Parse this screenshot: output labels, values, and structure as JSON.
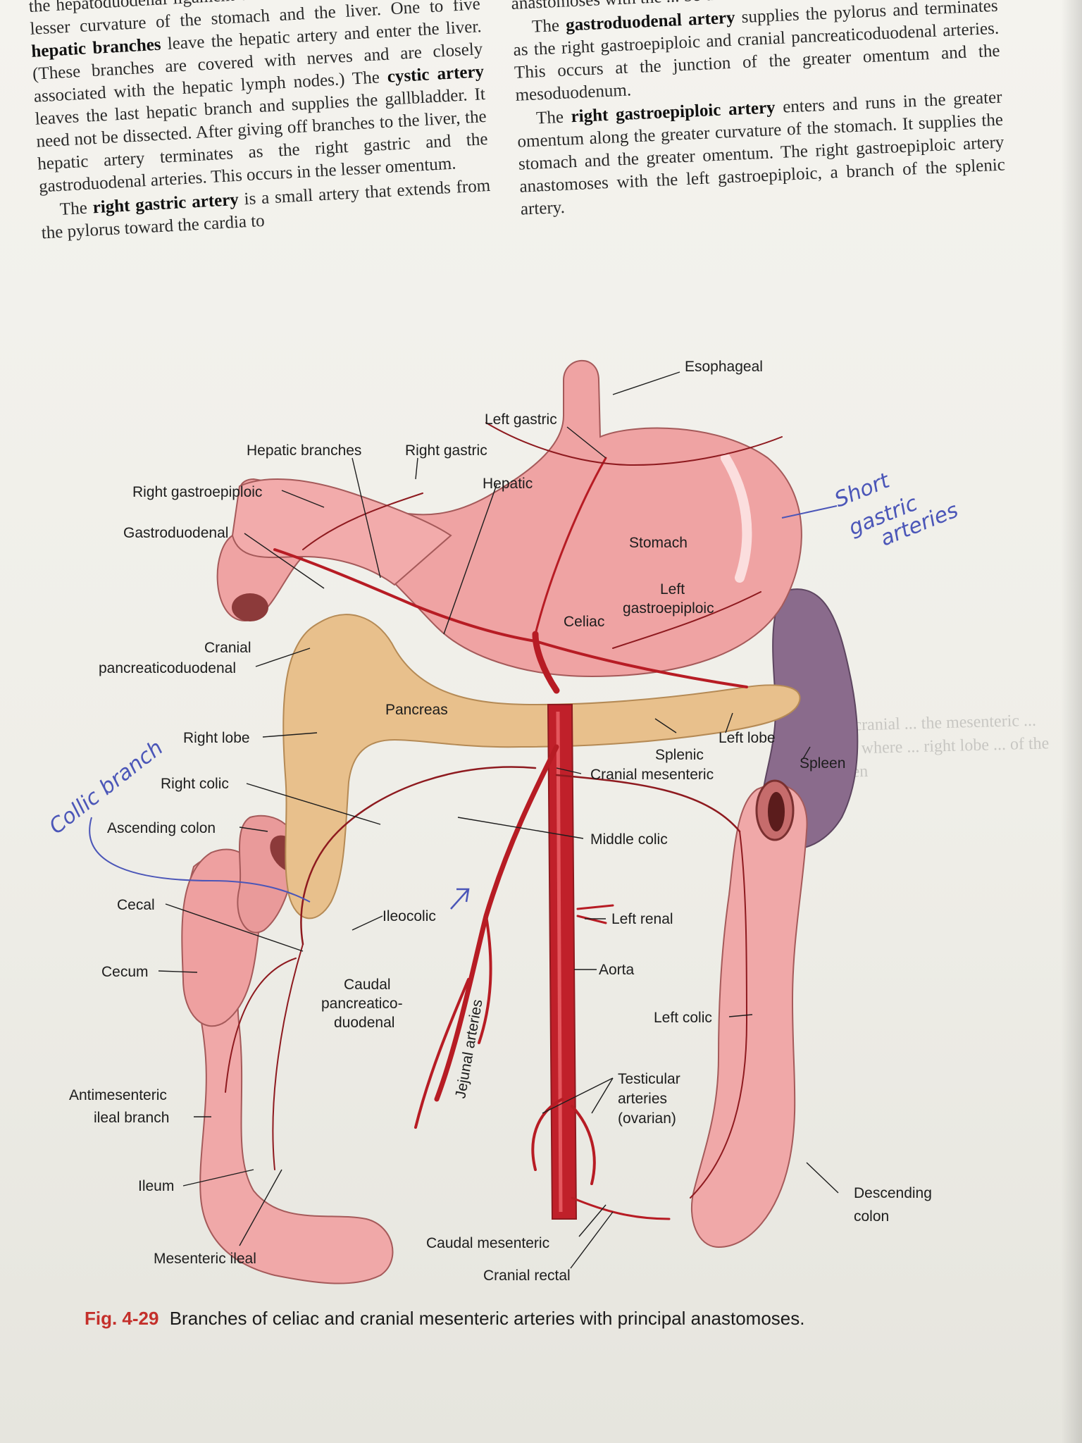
{
  "text": {
    "left_column": [
      {
        "parts": [
          {
            "t": "the hepatoduodenal ligament "
          },
          {
            "t": "dorsal to the pylorus between the lesser curvature of the stomach and the liver. One to five "
          },
          {
            "t": "hepatic branches",
            "b": true
          },
          {
            "t": " leave the hepatic artery and enter the liver. (These branches are covered with nerves and are closely associated with the hepatic lymph nodes.) The "
          },
          {
            "t": "cystic artery",
            "b": true
          },
          {
            "t": " leaves the last hepatic branch and supplies the gallbladder. It need not be dissected. After giving off branches to the liver, the hepatic artery terminates as the right gastric and the gastroduodenal arteries. This occurs in the lesser omentum."
          }
        ]
      },
      {
        "parts": [
          {
            "t": "The "
          },
          {
            "t": "right gastric artery",
            "b": true
          },
          {
            "t": " is a small artery that extends from the pylorus toward the cardia to"
          }
        ]
      }
    ],
    "right_column": [
      {
        "parts": [
          {
            "t": "anastomoses with the ... be dissected."
          }
        ]
      },
      {
        "parts": [
          {
            "t": "The "
          },
          {
            "t": "gastroduodenal artery",
            "b": true
          },
          {
            "t": " supplies the pylorus and terminates as the right gastroepiploic and cranial pancreaticoduodenal arteries. This occurs at the junction of the greater omentum and the mesoduodenum."
          }
        ]
      },
      {
        "parts": [
          {
            "t": "The "
          },
          {
            "t": "right gastroepiploic artery",
            "b": true
          },
          {
            "t": " enters and runs in the greater omentum along the greater curvature of the stomach. It supplies the stomach and the greater omentum. The right gastroepiploic artery anastomoses with the left gastroepiploic, a branch of the splenic artery."
          }
        ]
      }
    ],
    "bleed_through": "The cranial ... the mesenteric ... tions where ... right lobe ... of the spleen",
    "caption_fig": "Fig. 4-29",
    "caption_text": "Branches of celiac and cranial mesenteric arteries with principal anastomoses."
  },
  "diagram": {
    "labels": {
      "esophageal": "Esophageal",
      "left_gastric": "Left gastric",
      "hepatic_branches": "Hepatic branches",
      "right_gastric": "Right gastric",
      "hepatic": "Hepatic",
      "right_gastroepiploic": "Right gastroepiploic",
      "gastroduodenal": "Gastroduodenal",
      "stomach": "Stomach",
      "left_gastroepiploic_1": "Left",
      "left_gastroepiploic_2": "gastroepiploic",
      "celiac": "Celiac",
      "cranial_pd_1": "Cranial",
      "cranial_pd_2": "pancreaticoduodenal",
      "pancreas": "Pancreas",
      "right_lobe": "Right lobe",
      "left_lobe": "Left lobe",
      "splenic": "Splenic",
      "spleen": "Spleen",
      "cranial_mesenteric": "Cranial mesenteric",
      "right_colic": "Right colic",
      "middle_colic": "Middle colic",
      "ascending_colon": "Ascending colon",
      "cecal": "Cecal",
      "ileocolic": "Ileocolic",
      "left_renal": "Left renal",
      "aorta": "Aorta",
      "cecum": "Cecum",
      "caudal_pd_1": "Caudal",
      "caudal_pd_2": "pancreatico-",
      "caudal_pd_3": "duodenal",
      "jejunal_arteries": "Jejunal arteries",
      "left_colic": "Left colic",
      "antimesenteric_1": "Antimesenteric",
      "antimesenteric_2": "ileal branch",
      "testicular_1": "Testicular",
      "testicular_2": "arteries",
      "testicular_3": "(ovarian)",
      "ileum": "Ileum",
      "descending_colon_1": "Descending",
      "descending_colon_2": "colon",
      "caudal_mesenteric": "Caudal mesenteric",
      "mesenteric_ileal": "Mesenteric ileal",
      "cranial_rectal": "Cranial rectal"
    },
    "handwritten": {
      "short_gastric_1": "Short",
      "short_gastric_2": "gastric",
      "short_gastric_3": "arteries",
      "collic_branch": "Collic branch"
    },
    "colors": {
      "stomach": "#efa3a3",
      "intestine": "#f0a8a8",
      "pancreas": "#e8c08c",
      "spleen": "#8a6b8c",
      "artery": "#b71c24",
      "aorta": "#c0202a",
      "pen_ink": "#4b56b8",
      "caption_fig": "#c4302b"
    }
  }
}
